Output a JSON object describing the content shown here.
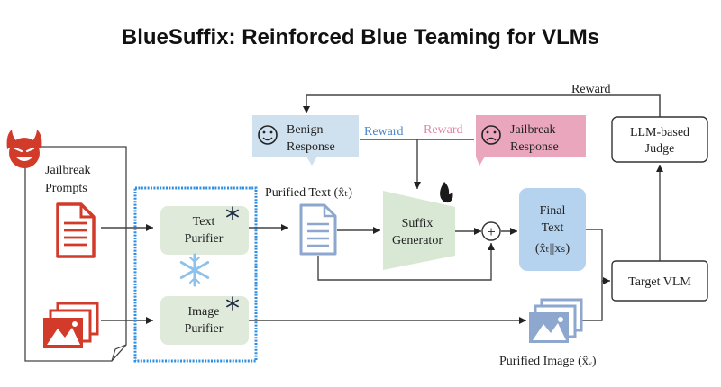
{
  "title": "BlueSuffix: Reinforced Blue Teaming for VLMs",
  "labels": {
    "reward_top": "Reward",
    "benign_line1": "Benign",
    "benign_line2": "Response",
    "reward_blue": "Reward",
    "reward_pink": "Reward",
    "jailbreak_resp_line1": "Jailbreak",
    "jailbreak_resp_line2": "Response",
    "judge_line1": "LLM-based",
    "judge_line2": "Judge",
    "jailbreak_prompts_line1": "Jailbreak",
    "jailbreak_prompts_line2": "Prompts",
    "text_purifier_line1": "Text",
    "text_purifier_line2": "Purifier",
    "image_purifier_line1": "Image",
    "image_purifier_line2": "Purifier",
    "purified_text": "Purified Text (x̂ₜ)",
    "suffix_line1": "Suffix",
    "suffix_line2": "Generator",
    "final_line1": "Final",
    "final_line2": "Text",
    "final_line3": "(x̂ₜ||xₛ)",
    "target_vlm": "Target VLM",
    "purified_image": "Purified Image (x̂ᵥ)",
    "plus_symbol": "+"
  },
  "icons": {
    "devil": "devil-face-icon",
    "benign_face": "smiley-face-icon",
    "jailbreak_face": "frowning-face-icon",
    "frozen": "snowflake-icon",
    "trainable": "flame-icon",
    "document": "document-icon",
    "image": "image-icon"
  },
  "colors": {
    "purifier_frame": "#2f8fe0",
    "purifier_fill": "#dfeadb",
    "benign_fill": "#cfe1ef",
    "jailbreak_fill": "#e9a6bd",
    "suffix_fill": "#d9e8d5",
    "final_fill": "#b5d3ee",
    "doc_red": "#d23a2a",
    "doc_blue": "#8ea7cf",
    "reward_blue_text": "#4a86c5",
    "reward_pink_text": "#e384a6"
  }
}
